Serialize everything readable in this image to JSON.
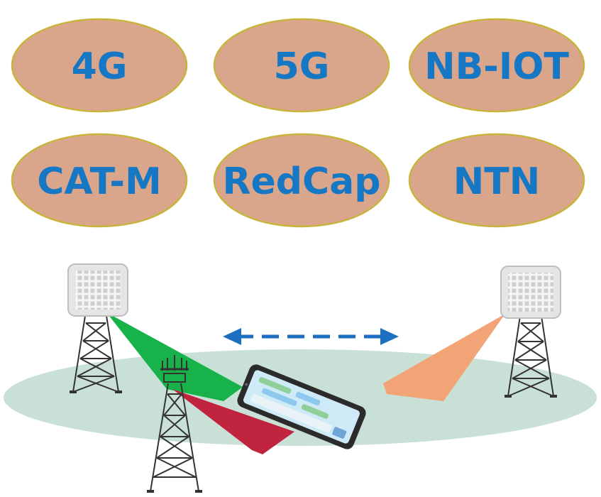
{
  "technologies": [
    {
      "label": "4G"
    },
    {
      "label": "5G"
    },
    {
      "label": "NB-IOT"
    },
    {
      "label": "CAT-M"
    },
    {
      "label": "RedCap"
    },
    {
      "label": "NTN"
    }
  ],
  "colors": {
    "oval_fill": "#d9a68b",
    "oval_stroke": "#c8b43c",
    "label_text": "#1677c4",
    "ground": "#c9e0d6",
    "arrow": "#1e6fc1",
    "beam_green": "#17b24a",
    "beam_red": "#c0243f",
    "beam_orange": "#f3a477",
    "tower": "#333333",
    "panel": "#e5e5e5"
  },
  "icons": [
    "antenna-panel-icon",
    "lattice-tower-icon",
    "smartphone-icon",
    "double-arrow-icon"
  ]
}
